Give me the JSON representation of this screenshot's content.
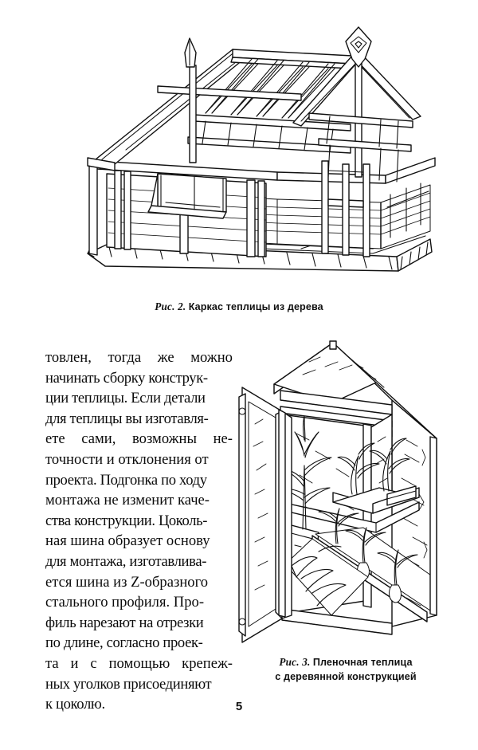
{
  "page": {
    "folio": "5",
    "background_color": "#ffffff",
    "ink_color": "#111111"
  },
  "figures": [
    {
      "id": "figure-2",
      "caption_number": "Рис. 2.",
      "caption_title": "Каркас теплицы из дерева",
      "subject": "wooden greenhouse frame, isometric line drawing",
      "elements": [
        "roof truss rafters",
        "ridge beam",
        "decorative diamond finial",
        "corner posts",
        "horizontal clapboard siding",
        "open hinged vent window",
        "door frame with cross brace",
        "brick plinth foundation"
      ]
    },
    {
      "id": "figure-3",
      "caption_number": "Рис. 3.",
      "caption_title_line1": "Пленочная теплица",
      "caption_title_line2": "с деревянной конструкцией",
      "subject": "film-covered greenhouse with wooden construction, open door",
      "elements": [
        "open hinged door with film panel",
        "gable roof with film covering",
        "ridge and eave beams",
        "potted plant on floor",
        "raised planting bench with seedlings",
        "stone paved walkway",
        "onion bed with growing bulbs"
      ]
    }
  ],
  "body_text": {
    "lines": [
      "товлен, тогда же можно",
      "начинать сборку конструк-",
      "ции теплицы. Если детали",
      "для теплицы вы изготавля-",
      "ете сами, возможны не-",
      "точности и отклонения от",
      "проекта. Подгонка по ходу",
      "монтажа не изменит каче-",
      "ства конструкции. Цоколь-",
      "ная шина образует основу",
      "для монтажа, изготавлива-",
      "ется шина из Z-образного",
      "стального профиля. Про-",
      "филь нарезают на отрезки",
      "по длине, согласно проек-",
      "та и с помощью крепеж-",
      "ных уголков присоединяют",
      "к цоколю."
    ],
    "justified_lines": [
      {
        "index": 0,
        "words": [
          "товлен,",
          "тогда",
          "же",
          "можно"
        ]
      },
      {
        "index": 4,
        "words": [
          "ете",
          "сами,",
          "возможны",
          "не-"
        ]
      },
      {
        "index": 15,
        "words": [
          "та",
          "и",
          "с",
          "помощью",
          "крепеж-"
        ]
      }
    ]
  }
}
